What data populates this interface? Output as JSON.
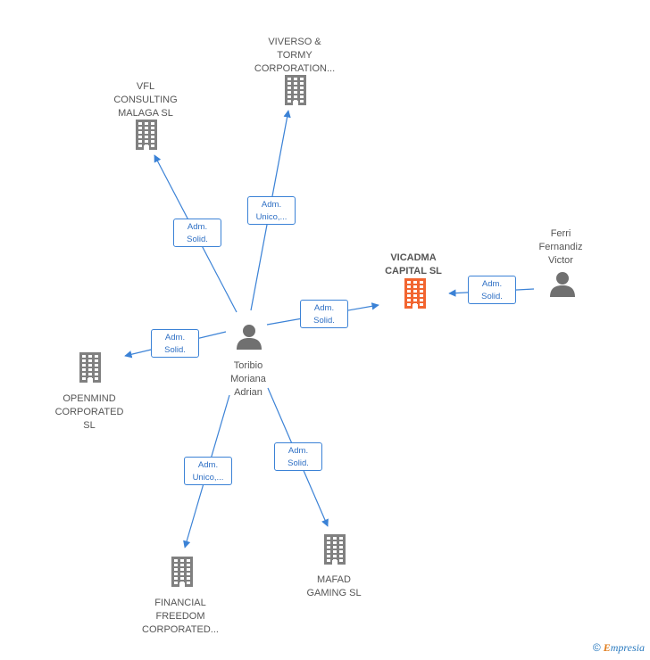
{
  "colors": {
    "edge": "#3b82d6",
    "building": "#808080",
    "building_focus": "#f26530",
    "person": "#707070"
  },
  "nodes": [
    {
      "id": "viverso",
      "kind": "company",
      "label": "VIVERSO &\nTORMY\nCORPORATION..."
    },
    {
      "id": "vfl",
      "kind": "company",
      "label": "VFL\nCONSULTING\nMALAGA SL"
    },
    {
      "id": "vicadma",
      "kind": "company-focus",
      "label": "VICADMA\nCAPITAL SL"
    },
    {
      "id": "ferri",
      "kind": "person",
      "label": "Ferri\nFernandiz\nVictor"
    },
    {
      "id": "toribio",
      "kind": "person",
      "label": "Toribio\nMoriana\nAdrian"
    },
    {
      "id": "openmind",
      "kind": "company",
      "label": "OPENMIND\nCORPORATED\nSL"
    },
    {
      "id": "financial",
      "kind": "company",
      "label": "FINANCIAL\nFREEDOM\nCORPORATED..."
    },
    {
      "id": "mafad",
      "kind": "company",
      "label": "MAFAD\nGAMING SL"
    }
  ],
  "edges": [
    {
      "from": "toribio",
      "to": "vfl",
      "label": "Adm.\nSolid."
    },
    {
      "from": "toribio",
      "to": "viverso",
      "label": "Adm.\nUnico,..."
    },
    {
      "from": "toribio",
      "to": "vicadma",
      "label": "Adm.\nSolid."
    },
    {
      "from": "ferri",
      "to": "vicadma",
      "label": "Adm.\nSolid."
    },
    {
      "from": "toribio",
      "to": "openmind",
      "label": "Adm.\nSolid."
    },
    {
      "from": "toribio",
      "to": "financial",
      "label": "Adm.\nUnico,..."
    },
    {
      "from": "toribio",
      "to": "mafad",
      "label": "Adm.\nSolid."
    }
  ],
  "footer": {
    "copyright": "©",
    "brand_first": "E",
    "brand_rest": "mpresia"
  }
}
